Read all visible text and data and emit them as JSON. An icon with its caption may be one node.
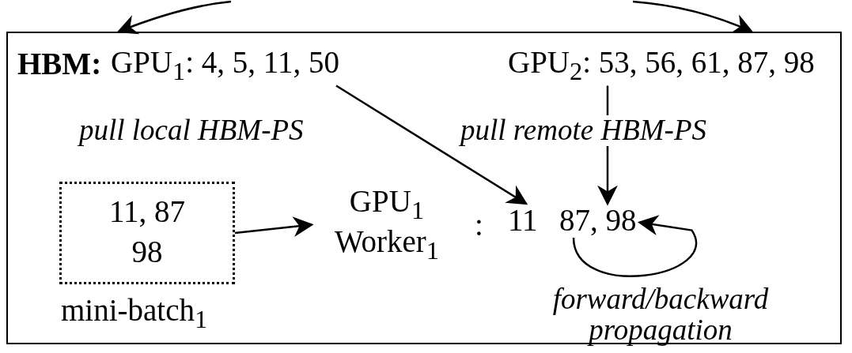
{
  "diagram": {
    "nodes": [
      {
        "text": [
          "HBM:"
        ]
      },
      {
        "text": [
          "GPU$_{1}$: 4, 5, 11, 50"
        ],
        "in": 0
      },
      {
        "text": [
          "GPU$_{2}$: 53, 56, 61, 87, 98"
        ],
        "in": 0
      },
      {
        "text": [
          "11, 87 98"
        ],
        "beside": [
          "mini-batch$_{1}$"
        ],
        "in": 0
      },
      {
        "text": [
          "GPU$_{1}$ Worker$_{1}$"
        ],
        "in": 0
      },
      {
        "text": [
          "11"
        ],
        "in": 0
      },
      {
        "text": [
          "87, 98"
        ],
        "in": 0
      }
    ],
    "edges": [
      {
        "from": null,
        "to": 0,
        "arrow": "to"
      },
      {
        "from": null,
        "to": 0,
        "arrow": "to"
      },
      {
        "from": 1,
        "to": 5,
        "arrow": "to",
        "label": "pull local HBM-PS"
      },
      {
        "from": 2,
        "to": 6,
        "arrow": "to",
        "label": "pull remote HBM-PS"
      },
      {
        "from": 3,
        "to": 4,
        "arrow": "to"
      },
      {
        "from": 6,
        "to": 6,
        "arrow": "to",
        "label": "forward/backward propagation"
      }
    ],
    "labels": [
      ":"
    ]
  }
}
